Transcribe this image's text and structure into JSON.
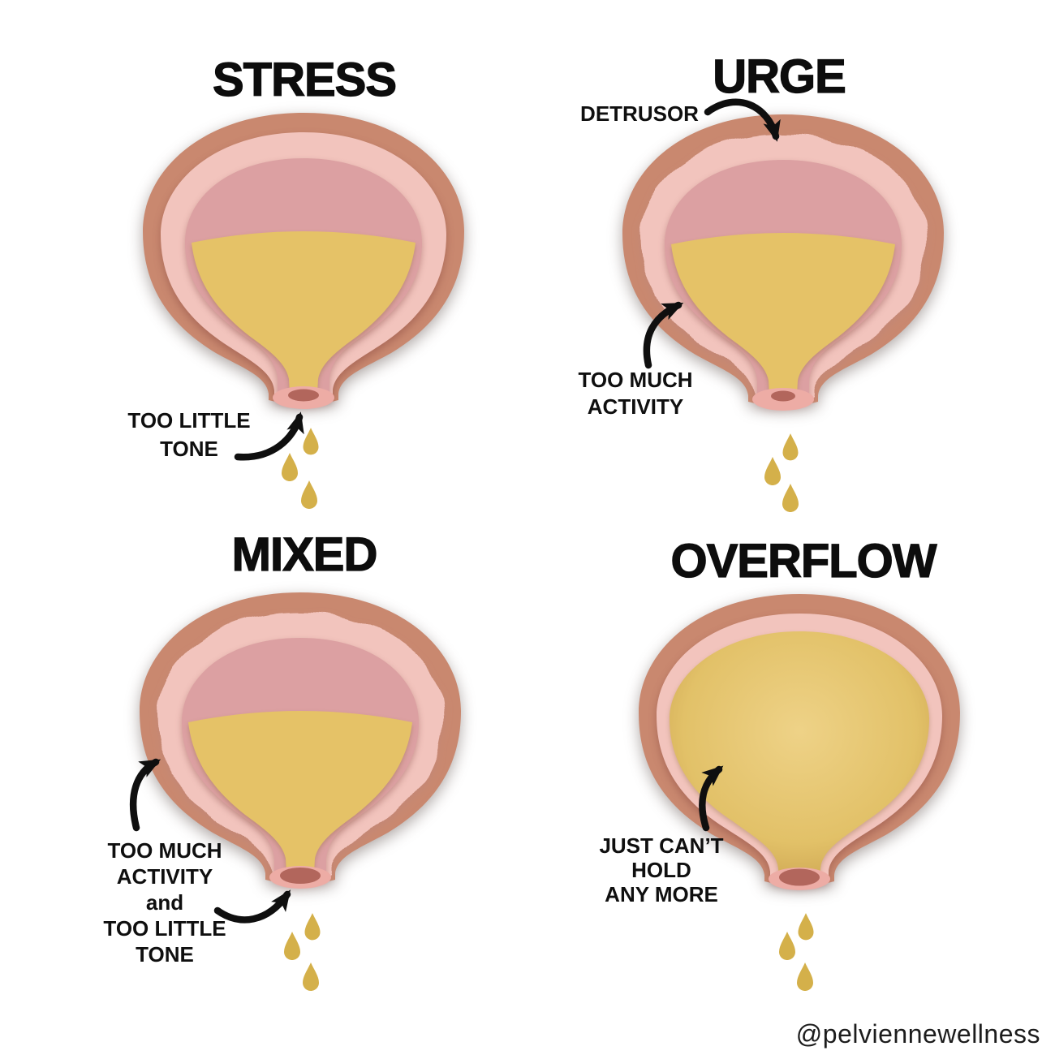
{
  "watermark": "@pelviennewellness",
  "colors": {
    "outer_muscle": "#c9886f",
    "lining_light": "#f2c4bd",
    "lining_rose": "#dca0a2",
    "urine": "#e5c267",
    "urine_bright": "#eed287",
    "urine_mid": "#e2c168",
    "urine_deep": "#cfa854",
    "urethra_rim": "#edaca5",
    "urethra_opening": "#b2665c",
    "drop": "#d4b04a",
    "arrow": "#0f0f0f"
  },
  "panels": {
    "stress": {
      "title": "STRESS",
      "label_tone": "TOO LITTLE\nTONE"
    },
    "urge": {
      "title": "URGE",
      "label_detrusor": "DETRUSOR",
      "label_activity": "TOO MUCH\nACTIVITY"
    },
    "mixed": {
      "title": "MIXED",
      "label_combined": "TOO MUCH\nACTIVITY\nand\nTOO LITTLE\nTONE"
    },
    "overflow": {
      "title": "OVERFLOW",
      "label_hold": "JUST CAN’T\nHOLD\nANY MORE"
    }
  }
}
